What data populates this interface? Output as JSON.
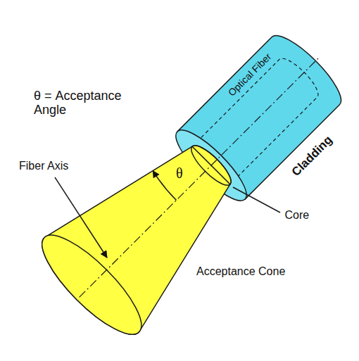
{
  "diagram": {
    "labels": [
      "θ = Acceptance Angle",
      "Optical Fiber",
      "Cladding",
      "θ",
      "Fiber Axis",
      "Core",
      "Acceptance Cone"
    ]
  }
}
